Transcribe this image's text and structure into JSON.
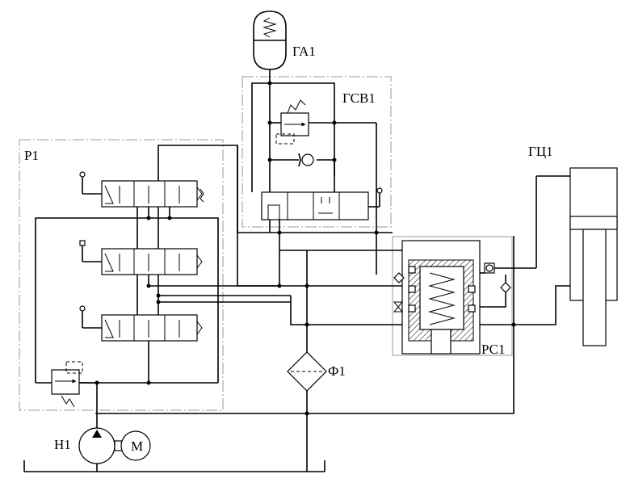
{
  "labels": {
    "accumulator": "ГА1",
    "hydro_lock_valve": "ГСВ1",
    "distributor_block": "Р1",
    "cylinder": "ГЦ1",
    "filter": "Ф1",
    "pump": "Н1",
    "flow_regulator": "РС1",
    "motor": "М"
  }
}
